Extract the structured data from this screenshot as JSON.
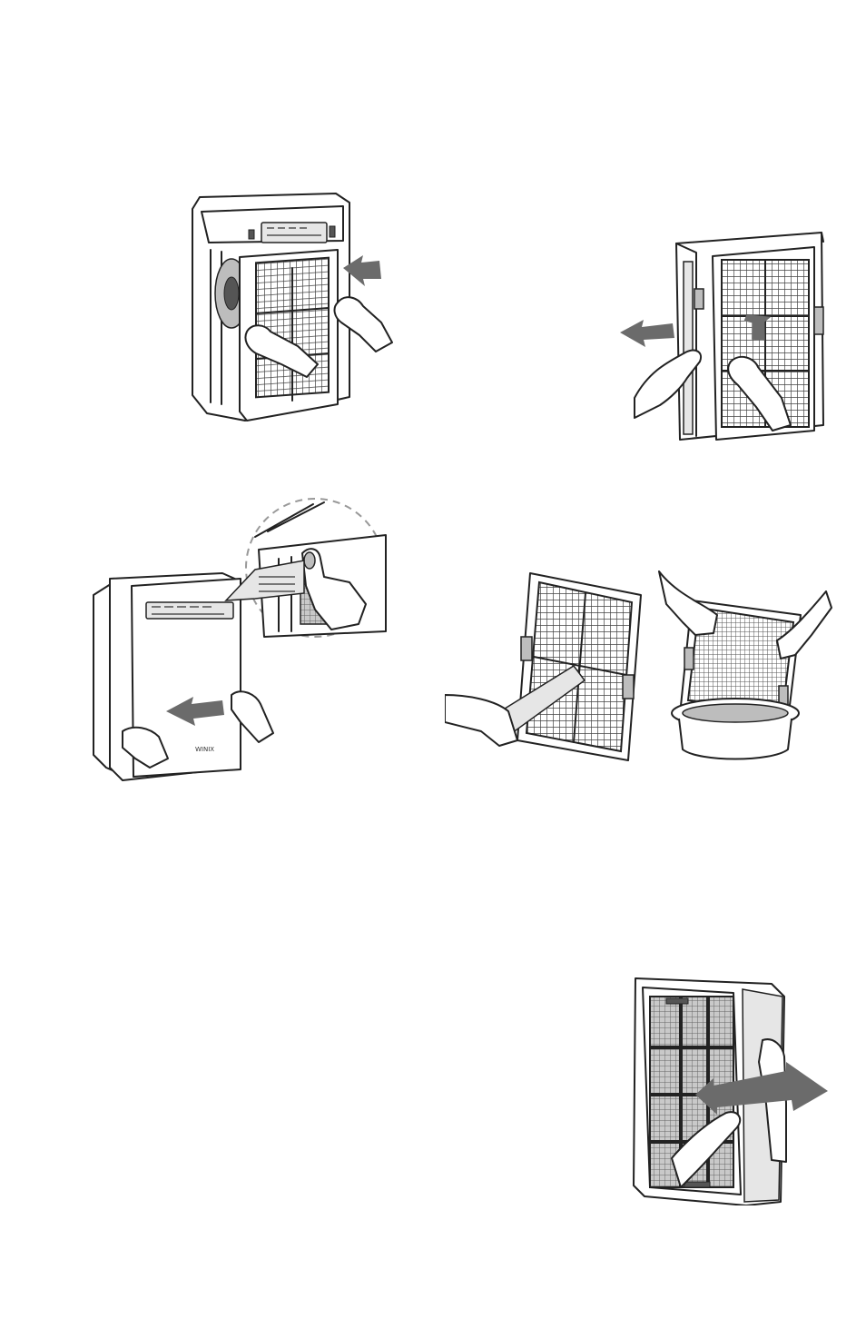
{
  "figures": [
    {
      "name": "insert-filter-illustration",
      "step": "insert"
    },
    {
      "name": "separate-filter-frames-illustration",
      "step": "separate"
    },
    {
      "name": "attach-front-panel-illustration",
      "step": "attach"
    },
    {
      "name": "clean-filter-illustration",
      "step": "clean"
    },
    {
      "name": "release-filter-illustration",
      "step": "release"
    }
  ],
  "brand_mark": "WINIX",
  "colors": {
    "line": "#222222",
    "arrow": "#6b6b6b",
    "mesh": "#555555",
    "panel": "#e6e6e6"
  },
  "icons": [
    "arrow-icon",
    "hand-icon",
    "magnifier-callout-icon"
  ]
}
